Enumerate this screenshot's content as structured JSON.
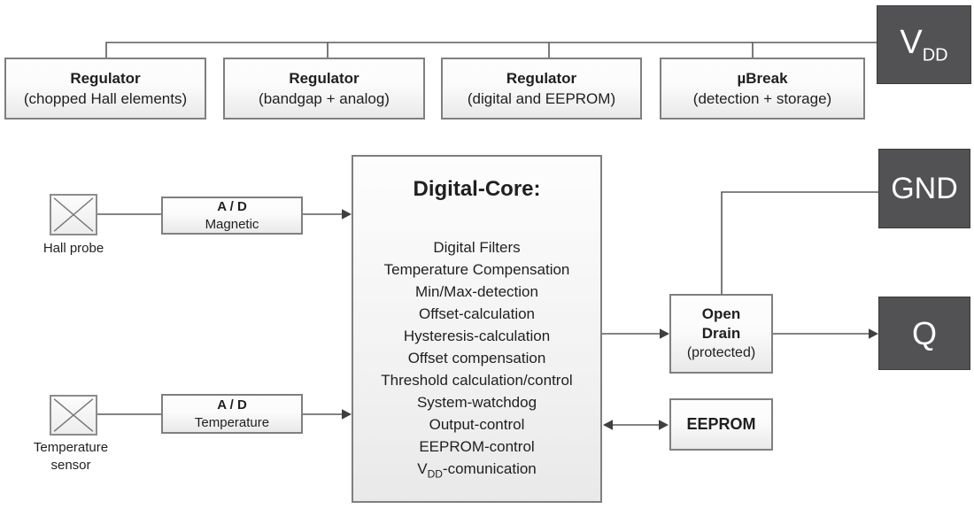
{
  "top_row": [
    {
      "title": "Regulator",
      "subtitle": "(chopped Hall elements)"
    },
    {
      "title": "Regulator",
      "subtitle": "(bandgap + analog)"
    },
    {
      "title": "Regulator",
      "subtitle": "(digital and EEPROM)"
    },
    {
      "title": "µBreak",
      "subtitle": "(detection + storage)"
    }
  ],
  "pins": {
    "vdd_main": "V",
    "vdd_sub": "DD",
    "gnd": "GND",
    "q": "Q"
  },
  "sensors": {
    "hall_label": "Hall probe",
    "temp_line1": "Temperature",
    "temp_line2": "sensor"
  },
  "adc_magnetic": {
    "title": "A / D",
    "subtitle": "Magnetic"
  },
  "adc_temperature": {
    "title": "A / D",
    "subtitle": "Temperature"
  },
  "digital_core": {
    "title": "Digital-Core:",
    "functions": [
      "Digital Filters",
      "Temperature Compensation",
      "Min/Max-detection",
      "Offset-calculation",
      "Hysteresis-calculation",
      "Offset compensation",
      "Threshold calculation/control",
      "System-watchdog",
      "Output-control",
      "EEPROM-control"
    ],
    "vdd_line": {
      "prefix": "V",
      "sub": "DD",
      "suffix": "-comunication"
    }
  },
  "open_drain": {
    "line1": "Open",
    "line2": "Drain",
    "line3": "(protected)"
  },
  "eeprom": {
    "label": "EEPROM"
  },
  "colors": {
    "dark_box": "#525254",
    "line": "#5a5a5a",
    "box_border": "#7f7f7f",
    "arrowhead": "#3f3f3f"
  }
}
